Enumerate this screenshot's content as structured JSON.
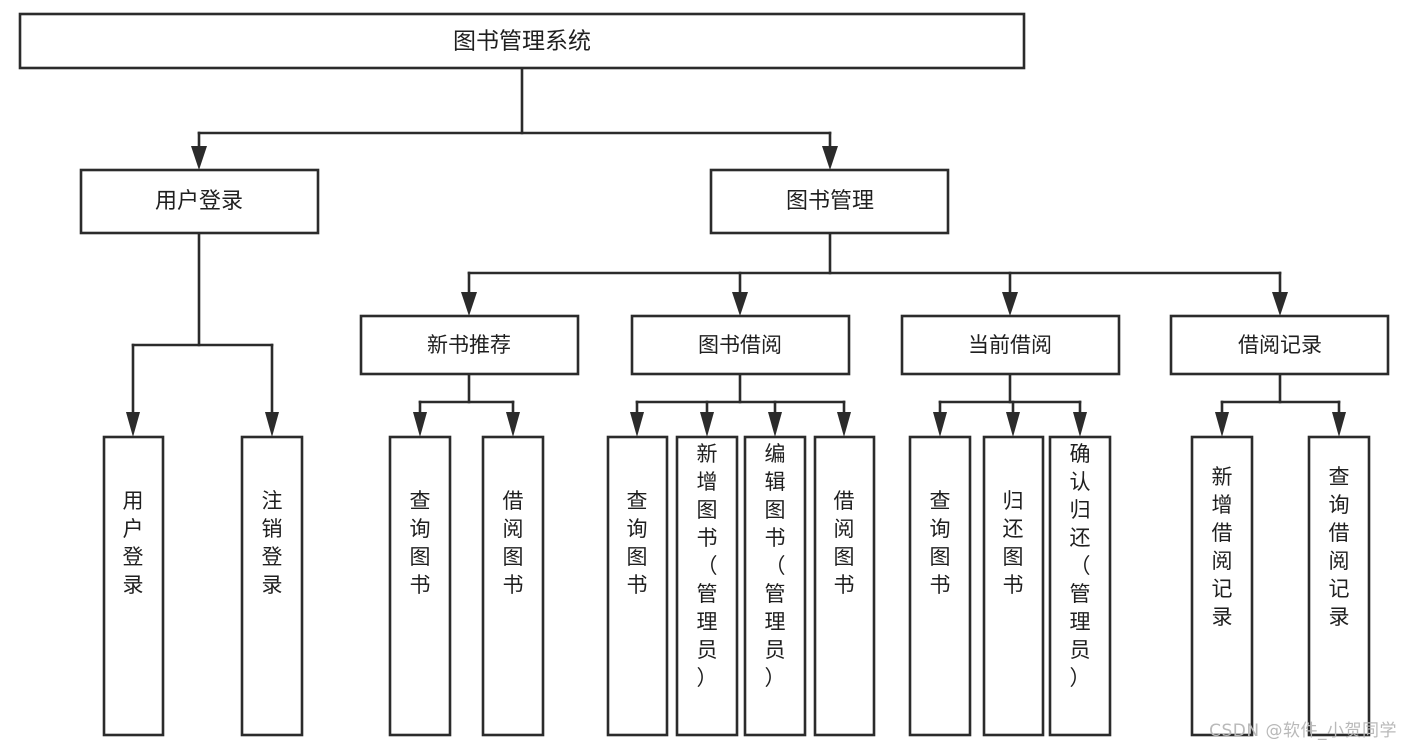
{
  "diagram": {
    "title": "图书管理系统",
    "type": "tree-hierarchy-diagram",
    "colors": {
      "stroke": "#2b2b2b",
      "fill": "#ffffff",
      "text": "#1f1f1f",
      "watermark": "#b9b9b9",
      "background": "#ffffff"
    },
    "root": {
      "label": "图书管理系统"
    },
    "level2": [
      {
        "label": "用户登录"
      },
      {
        "label": "图书管理"
      }
    ],
    "level3": [
      {
        "label": "新书推荐"
      },
      {
        "label": "图书借阅"
      },
      {
        "label": "当前借阅"
      },
      {
        "label": "借阅记录"
      }
    ],
    "leaves": {
      "user_login": [
        {
          "label": "用户登录"
        },
        {
          "label": "注销登录"
        }
      ],
      "new_book_recommend": [
        {
          "label": "查询图书"
        },
        {
          "label": "借阅图书"
        }
      ],
      "book_borrow": [
        {
          "label": "查询图书"
        },
        {
          "label": "新增图书（管理员）"
        },
        {
          "label": "编辑图书（管理员）"
        },
        {
          "label": "借阅图书"
        }
      ],
      "current_borrow": [
        {
          "label": "查询图书"
        },
        {
          "label": "归还图书"
        },
        {
          "label": "确认归还（管理员）"
        }
      ],
      "borrow_record": [
        {
          "label": "新增借阅记录"
        },
        {
          "label": "查询借阅记录"
        }
      ]
    },
    "watermark": "CSDN @软件_小贺同学"
  }
}
